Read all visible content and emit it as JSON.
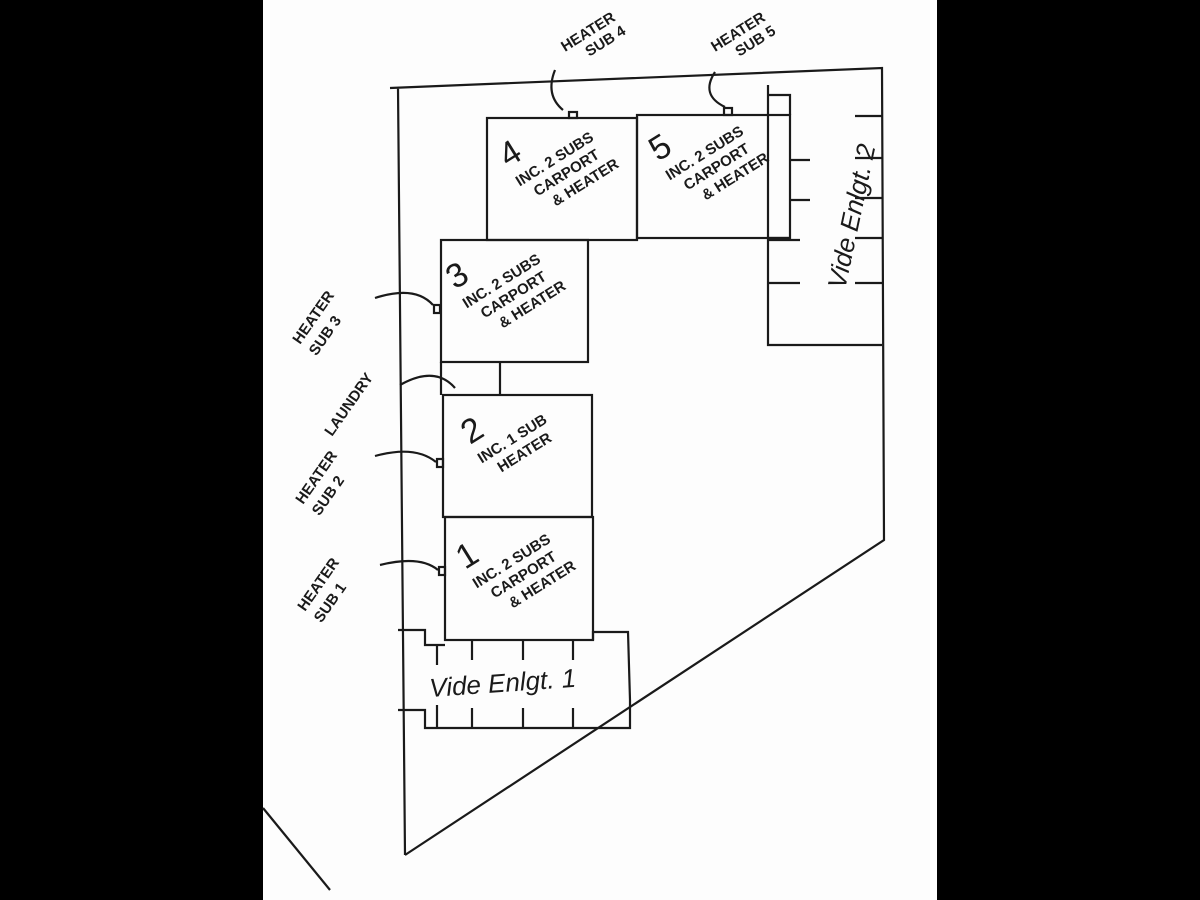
{
  "units": [
    {
      "number": "1",
      "lines": [
        "INC. 2 SUBS",
        "CARPORT",
        "& HEATER"
      ]
    },
    {
      "number": "2",
      "lines": [
        "INC. 1 SUB",
        "HEATER"
      ]
    },
    {
      "number": "3",
      "lines": [
        "INC. 2 SUBS",
        "CARPORT",
        "& HEATER"
      ]
    },
    {
      "number": "4",
      "lines": [
        "INC. 2 SUBS",
        "CARPORT",
        "& HEATER"
      ]
    },
    {
      "number": "5",
      "lines": [
        "INC. 2 SUBS",
        "CARPORT",
        "& HEATER"
      ]
    }
  ],
  "labels": {
    "heater_sub_1": [
      "HEATER",
      "SUB 1"
    ],
    "heater_sub_2": [
      "HEATER",
      "SUB 2"
    ],
    "heater_sub_3": [
      "HEATER",
      "SUB 3"
    ],
    "heater_sub_4": [
      "HEATER",
      "SUB 4"
    ],
    "heater_sub_5": [
      "HEATER",
      "SUB 5"
    ],
    "laundry": "LAUNDRY",
    "vide_1": "Vide Enlgt. 1",
    "vide_2": "Vide Enlgt. 2"
  }
}
